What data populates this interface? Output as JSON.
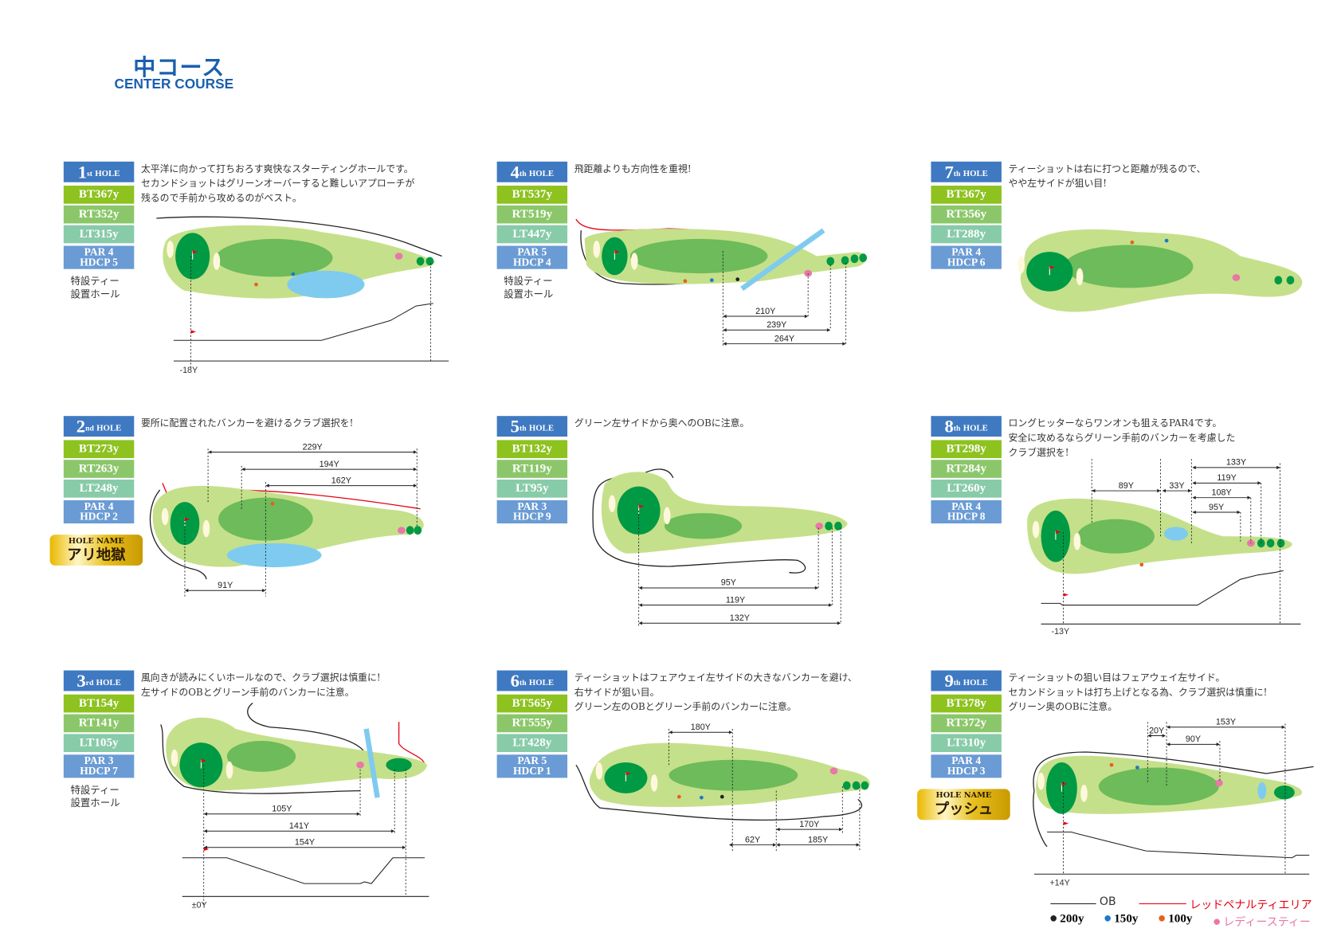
{
  "header": {
    "title_jp": "中コース",
    "title_en": "CENTER COURSE"
  },
  "holes": [
    {
      "number": "1",
      "suffix": "st",
      "hole_word": "HOLE",
      "bt": "BT367y",
      "rt": "RT352y",
      "lt": "LT315y",
      "par": "PAR 4",
      "hdcp": "HDCP 5",
      "description": [
        "太平洋に向かって打ちおろす爽快なスターティングホールです。",
        "セカンドショットはグリーンオーバーすると難しいアプローチが",
        "残るので手前から攻めるのがベスト。"
      ],
      "special_tee": [
        "特設ティー",
        "設置ホール"
      ],
      "distances": [],
      "elevation": "-18Y"
    },
    {
      "number": "2",
      "suffix": "nd",
      "hole_word": "HOLE",
      "bt": "BT273y",
      "rt": "RT263y",
      "lt": "LT248y",
      "par": "PAR 4",
      "hdcp": "HDCP 2",
      "description": [
        "要所に配置されたバンカーを避けるクラブ選択を!"
      ],
      "hole_name_label": "HOLE NAME",
      "hole_name": "アリ地獄",
      "distances": [
        "229Y",
        "194Y",
        "162Y",
        "91Y"
      ]
    },
    {
      "number": "3",
      "suffix": "rd",
      "hole_word": "HOLE",
      "bt": "BT154y",
      "rt": "RT141y",
      "lt": "LT105y",
      "par": "PAR 3",
      "hdcp": "HDCP 7",
      "description": [
        "風向きが読みにくいホールなので、クラブ選択は慎重に!",
        "左サイドのOBとグリーン手前のバンカーに注意。"
      ],
      "special_tee": [
        "特設ティー",
        "設置ホール"
      ],
      "distances": [
        "105Y",
        "141Y",
        "154Y"
      ],
      "elevation": "±0Y"
    },
    {
      "number": "4",
      "suffix": "th",
      "hole_word": "HOLE",
      "bt": "BT537y",
      "rt": "RT519y",
      "lt": "LT447y",
      "par": "PAR 5",
      "hdcp": "HDCP 4",
      "description": [
        "飛距離よりも方向性を重視!"
      ],
      "special_tee": [
        "特設ティー",
        "設置ホール"
      ],
      "distances": [
        "210Y",
        "239Y",
        "264Y"
      ]
    },
    {
      "number": "5",
      "suffix": "th",
      "hole_word": "HOLE",
      "bt": "BT132y",
      "rt": "RT119y",
      "lt": "LT95y",
      "par": "PAR 3",
      "hdcp": "HDCP 9",
      "description": [
        "グリーン左サイドから奥へのOBに注意。"
      ],
      "distances": [
        "95Y",
        "119Y",
        "132Y"
      ]
    },
    {
      "number": "6",
      "suffix": "th",
      "hole_word": "HOLE",
      "bt": "BT565y",
      "rt": "RT555y",
      "lt": "LT428y",
      "par": "PAR 5",
      "hdcp": "HDCP 1",
      "description": [
        "ティーショットはフェアウェイ左サイドの大きなバンカーを避け、",
        "右サイドが狙い目。",
        "グリーン左のOBとグリーン手前のバンカーに注意。"
      ],
      "distances": [
        "180Y",
        "62Y",
        "170Y",
        "185Y"
      ]
    },
    {
      "number": "7",
      "suffix": "th",
      "hole_word": "HOLE",
      "bt": "BT367y",
      "rt": "RT356y",
      "lt": "LT288y",
      "par": "PAR 4",
      "hdcp": "HDCP 6",
      "description": [
        "ティーショットは右に打つと距離が残るので、",
        "やや左サイドが狙い目!"
      ],
      "distances": []
    },
    {
      "number": "8",
      "suffix": "th",
      "hole_word": "HOLE",
      "bt": "BT298y",
      "rt": "RT284y",
      "lt": "LT260y",
      "par": "PAR 4",
      "hdcp": "HDCP 8",
      "description": [
        "ロングヒッターならワンオンも狙えるPAR4です。",
        "安全に攻めるならグリーン手前のバンカーを考慮した",
        "クラブ選択を!"
      ],
      "distances": [
        "133Y",
        "119Y",
        "108Y",
        "95Y",
        "89Y",
        "33Y"
      ],
      "elevation": "-13Y"
    },
    {
      "number": "9",
      "suffix": "th",
      "hole_word": "HOLE",
      "bt": "BT378y",
      "rt": "RT372y",
      "lt": "LT310y",
      "par": "PAR 4",
      "hdcp": "HDCP 3",
      "description": [
        "ティーショットの狙い目はフェアウェイ左サイド。",
        "セカンドショットは打ち上げとなる為、クラブ選択は慎重に!",
        "グリーン奥のOBに注意。"
      ],
      "hole_name_label": "HOLE NAME",
      "hole_name": "プッシュ",
      "distances": [
        "153Y",
        "20Y",
        "90Y"
      ],
      "elevation": "+14Y"
    }
  ],
  "legend": {
    "ob": "OB",
    "red_penalty": "レッドペナルティエリア",
    "markers": [
      {
        "label": "200y",
        "color": "#222222"
      },
      {
        "label": "150y",
        "color": "#1f78c8"
      },
      {
        "label": "100y",
        "color": "#e8601c"
      },
      {
        "label": "レディースティー",
        "color": "#e878a8"
      }
    ]
  },
  "colors": {
    "hole": "#3f79c1",
    "bt": "#8dc21f",
    "rt": "#8bc76a",
    "lt": "#88cba9",
    "par": "#6a9bd4",
    "brand": "#1a5fb0",
    "red": "#e60012",
    "ladies": "#e878a8"
  }
}
